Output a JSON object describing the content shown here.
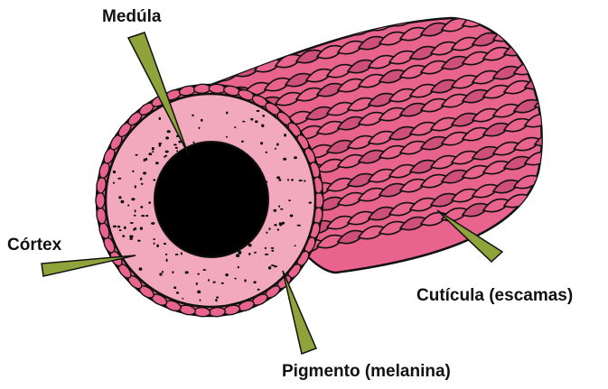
{
  "labels": {
    "medula": "Medúla",
    "cortex": "Córtex",
    "cuticula": "Cutícula (escamas)",
    "pigmento": "Pigmento (melanina)"
  },
  "colors": {
    "cuticle": "#e8648f",
    "cuticle_shadow": "#cf4f7b",
    "outline": "#111111",
    "cortex": "#f2a9bd",
    "medulla": "#000000",
    "pointer": "#8ea33a",
    "background": "#ffffff"
  }
}
